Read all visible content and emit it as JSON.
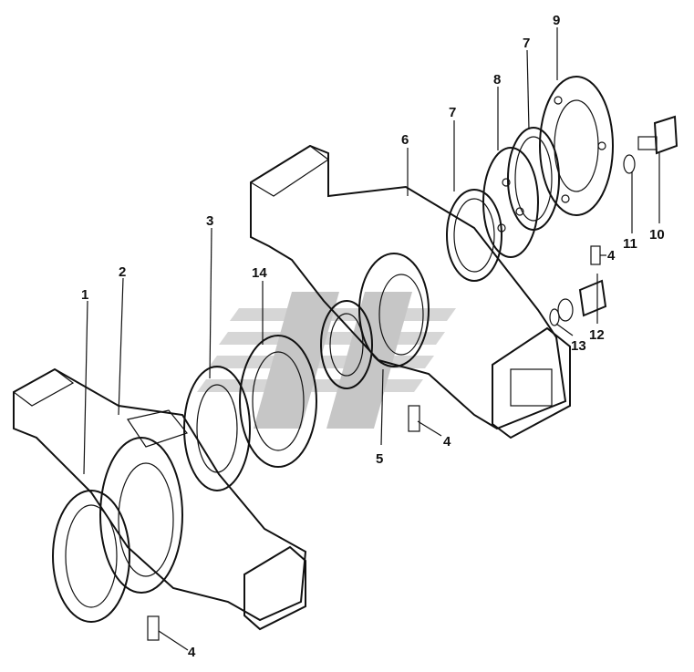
{
  "labels": {
    "p1": "1",
    "p2": "2",
    "p3": "3",
    "p4a": "4",
    "p4b": "4",
    "p4c": "4",
    "p5": "5",
    "p6": "6",
    "p7a": "7",
    "p7b": "7",
    "p8": "8",
    "p9": "9",
    "p10": "10",
    "p11": "11",
    "p12": "12",
    "p13": "13",
    "p14": "14"
  },
  "colors": {
    "ink": "#111111",
    "stipple": "#6a6a6a",
    "watermark": "#c8c8c8",
    "paper": "#ffffff"
  }
}
